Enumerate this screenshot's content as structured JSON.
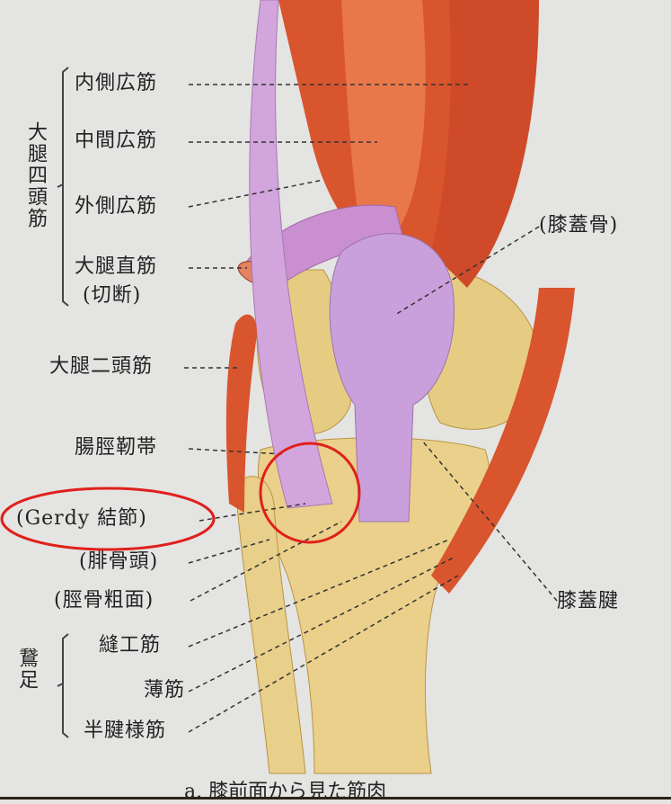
{
  "quadriceps": {
    "group_label": "大腿四頭筋",
    "vastus_medialis": "内側広筋",
    "vastus_intermedius": "中間広筋",
    "vastus_lateralis": "外側広筋",
    "rectus_femoris": "大腿直筋",
    "rectus_femoris_note": "(切断)"
  },
  "biceps_femoris": "大腿二頭筋",
  "iliotibial_band": "腸脛靭帯",
  "gerdy_tubercle": "(Gerdy 結節)",
  "fibular_head": "(腓骨頭)",
  "tibial_tuberosity": "(脛骨粗面)",
  "pes_anserinus": {
    "group_label": "鵞足",
    "sartorius": "縫工筋",
    "gracilis": "薄筋",
    "semitendinosus": "半腱様筋"
  },
  "patella": "(膝蓋骨)",
  "patellar_tendon": "膝蓋腱",
  "caption": "a. 膝前面から見た筋肉",
  "colors": {
    "background": "#e4e4e2",
    "muscle": "#d9532e",
    "tendon": "#c9a0d8",
    "bone": "#e3c77a",
    "highlight": "#e0201c"
  }
}
